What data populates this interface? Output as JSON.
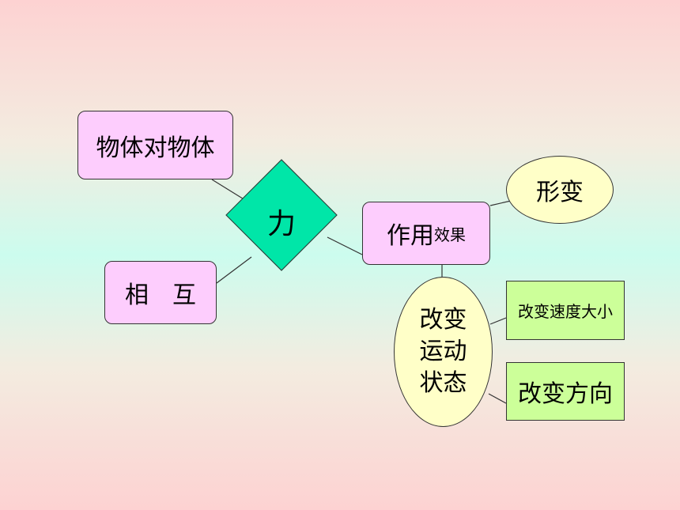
{
  "diagram": {
    "center": {
      "label": "力"
    },
    "nodes": {
      "source": "物体对物体",
      "mutual_a": "相",
      "mutual_b": "互",
      "effect_main": "作用",
      "effect_small": "效果",
      "deform": "形变",
      "motion_1": "改变",
      "motion_2": "运动",
      "motion_3": "状态",
      "speed": "改变速度大小",
      "direction": "改变方向"
    },
    "colors": {
      "center_fill": "#00e6a8",
      "box_fill": "#fdcdfd",
      "ellipse_fill": "#ffffc8",
      "leaf_fill": "#ccff99"
    }
  }
}
